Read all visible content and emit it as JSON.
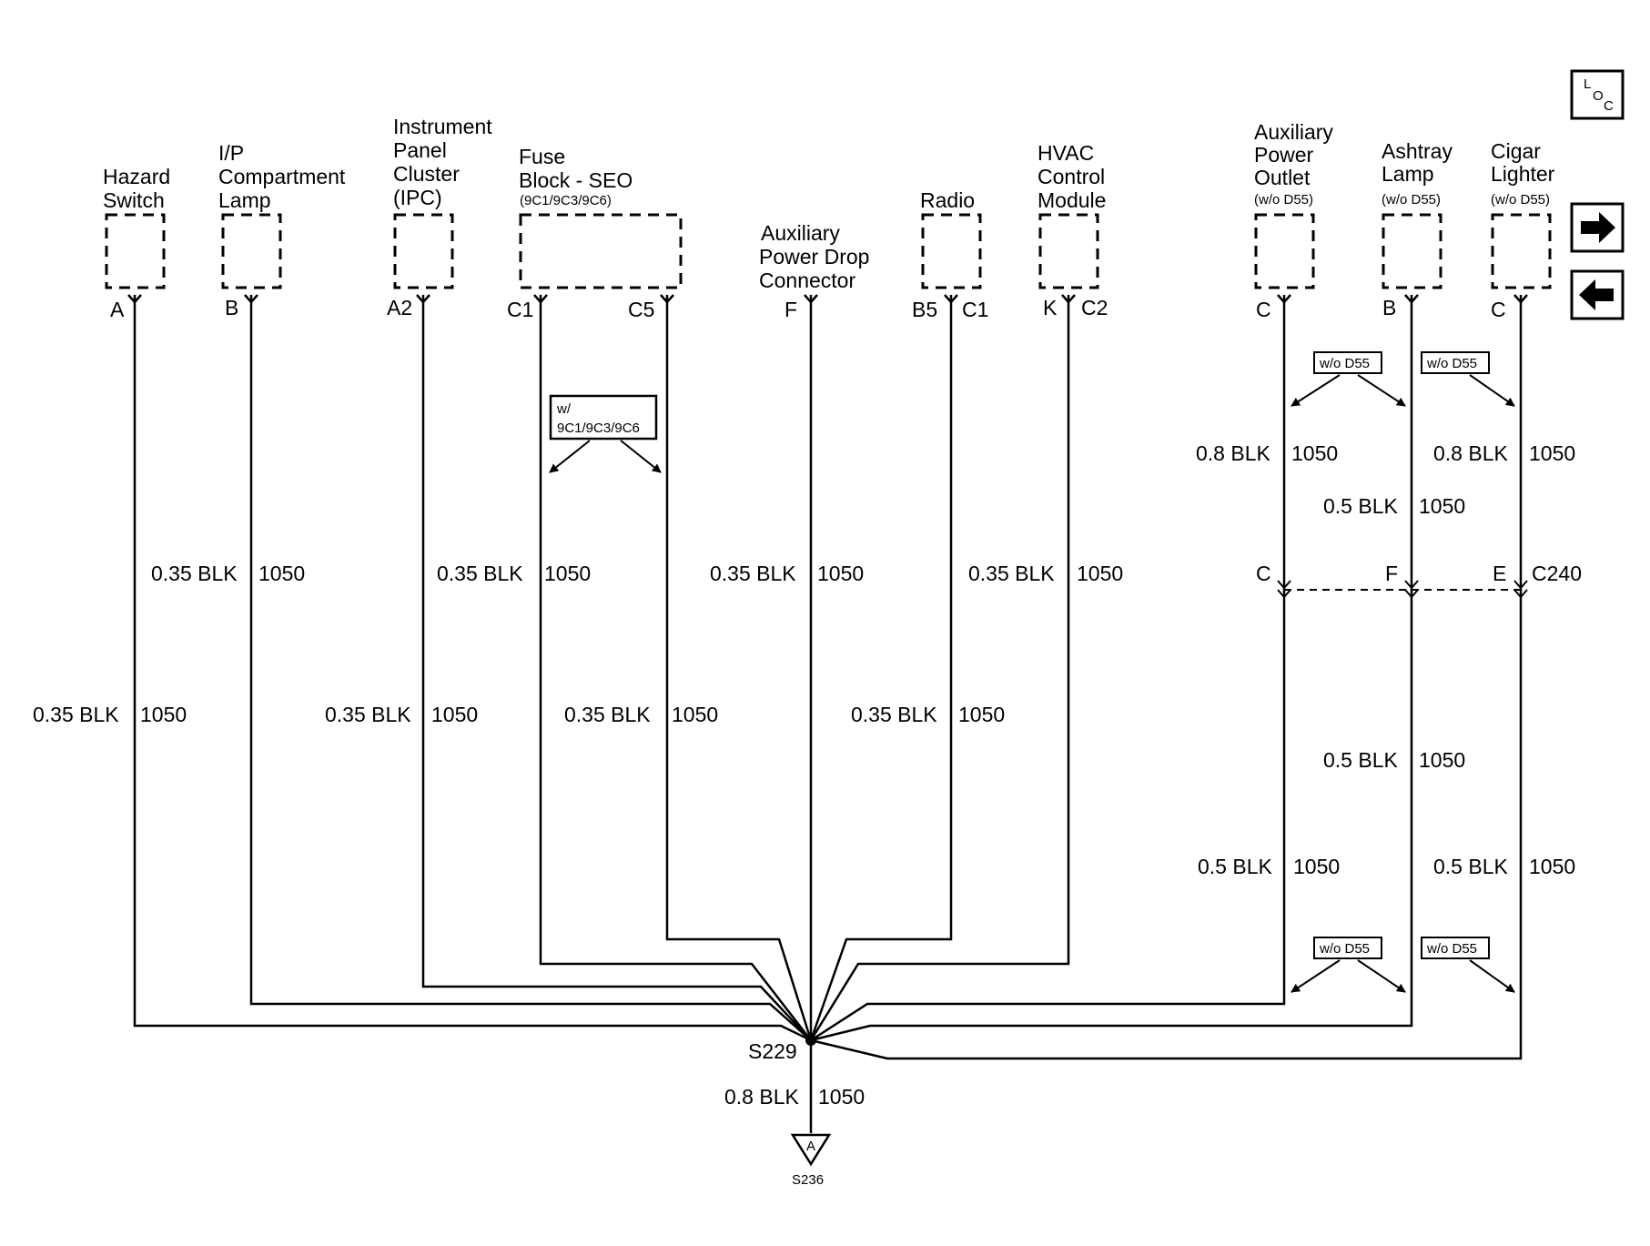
{
  "components": {
    "hazard": {
      "name": [
        "Hazard",
        "Switch"
      ],
      "pin": "A"
    },
    "ip_lamp": {
      "name": [
        "I/P",
        "Compartment",
        "Lamp"
      ],
      "pin": "B"
    },
    "ipc": {
      "name": [
        "Instrument",
        "Panel",
        "Cluster",
        "(IPC)"
      ],
      "pin": "A2"
    },
    "fuse": {
      "name": [
        "Fuse",
        "Block - SEO"
      ],
      "note": "(9C1/9C3/9C6)",
      "pins": [
        "C1",
        "C5"
      ]
    },
    "apd": {
      "name": [
        "Auxiliary",
        "Power Drop",
        "Connector"
      ],
      "pin": "F"
    },
    "radio": {
      "name": [
        "Radio"
      ],
      "pins": [
        "B5",
        "C1"
      ]
    },
    "hvac": {
      "name": [
        "HVAC",
        "Control",
        "Module"
      ],
      "pins": [
        "K",
        "C2"
      ]
    },
    "apo": {
      "name": [
        "Auxiliary",
        "Power",
        "Outlet"
      ],
      "note": "(w/o D55)",
      "pin": "C"
    },
    "ashtray": {
      "name": [
        "Ashtray",
        "Lamp"
      ],
      "note": "(w/o D55)",
      "pin": "B"
    },
    "cigar": {
      "name": [
        "Cigar",
        "Lighter"
      ],
      "note": "(w/o D55)",
      "pin": "C"
    }
  },
  "wires": {
    "w035": "0.35 BLK",
    "w05": "0.5 BLK",
    "w08": "0.8 BLK",
    "circuit": "1050"
  },
  "options": {
    "fuse_opt": [
      "w/",
      "9C1/9C3/9C6"
    ],
    "wo_d55": "w/o D55"
  },
  "connector_c240": {
    "name": "C240",
    "pins": [
      "C",
      "F",
      "E"
    ]
  },
  "splice": "S229",
  "ground": {
    "pin": "A",
    "name": "S236"
  },
  "nav": {
    "loc_l": "L",
    "loc_o": "O",
    "loc_c": "C",
    "next_icon": "arrow-right-icon",
    "prev_icon": "arrow-left-icon"
  }
}
